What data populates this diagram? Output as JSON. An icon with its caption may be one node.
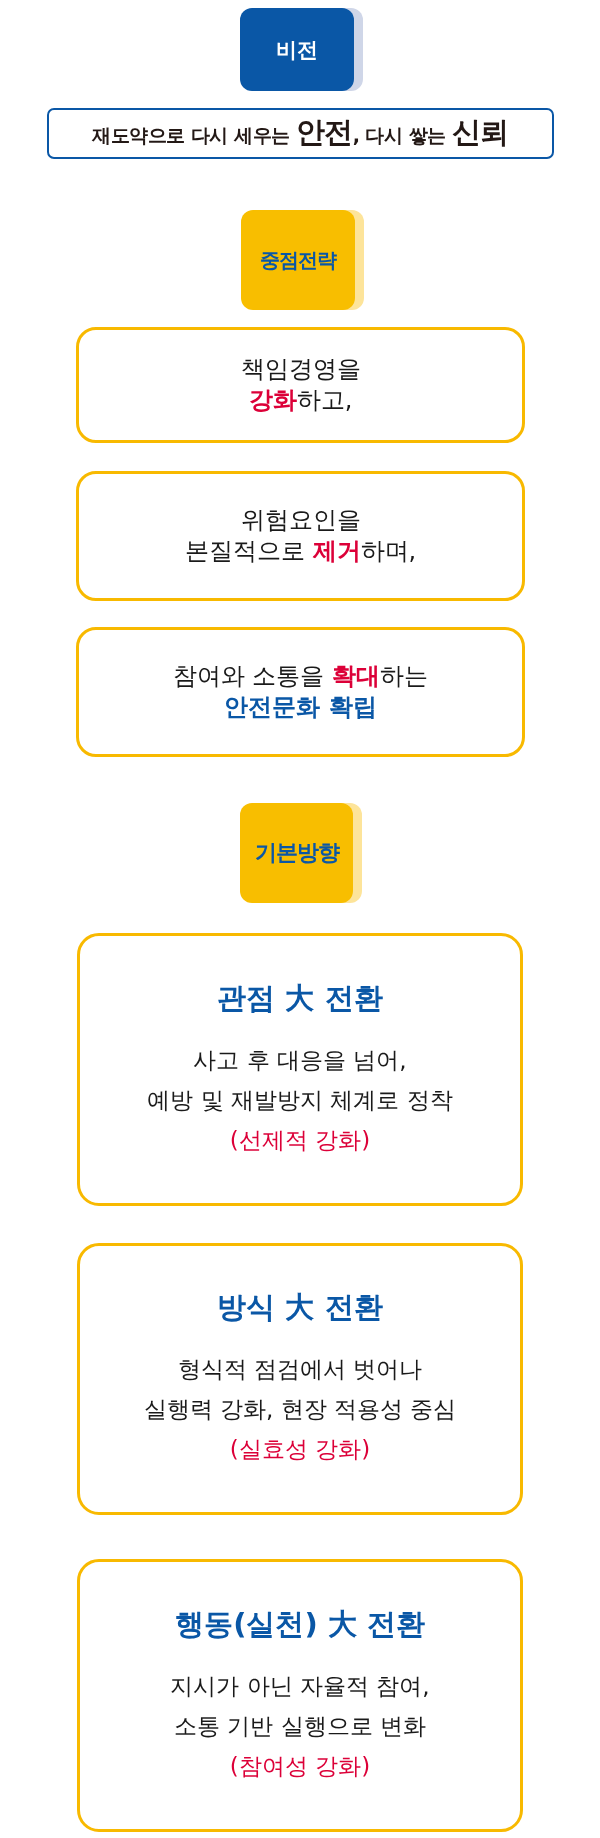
{
  "diagram": {
    "nodes": [
      {
        "text": [
          "비전"
        ]
      },
      {
        "text": [
          "재도약으로 다시 세우는 **안전**, 다시 쌓는 **신뢰**"
        ]
      },
      {
        "text": [
          "중점전략"
        ]
      },
      {
        "text": [
          "책임경영을 **강화**하고,"
        ]
      },
      {
        "text": [
          "위험요인을 본질적으로 **제거**하며,"
        ]
      },
      {
        "text": [
          "참여와 소통을 **확대**하는",
          "안전문화 확립"
        ]
      },
      {
        "text": [
          "기본방향"
        ]
      },
      {
        "text": [
          "관점 大 전환",
          "사고 후 대응을 넘어, 예방 및 재발방지 체계로 정착",
          "(선제적 강화)"
        ]
      },
      {
        "text": [
          "방식 大 전환",
          "형식적 점검에서 벗어나 실행력 강화, 현장 적용성 중심",
          "(실효성 강화)"
        ]
      },
      {
        "text": [
          "행동(실천) 大 전환",
          "지시가 아닌 자율적 참여, 소통 기반 실행으로 변화",
          "(참여성 강화)"
        ]
      }
    ]
  }
}
